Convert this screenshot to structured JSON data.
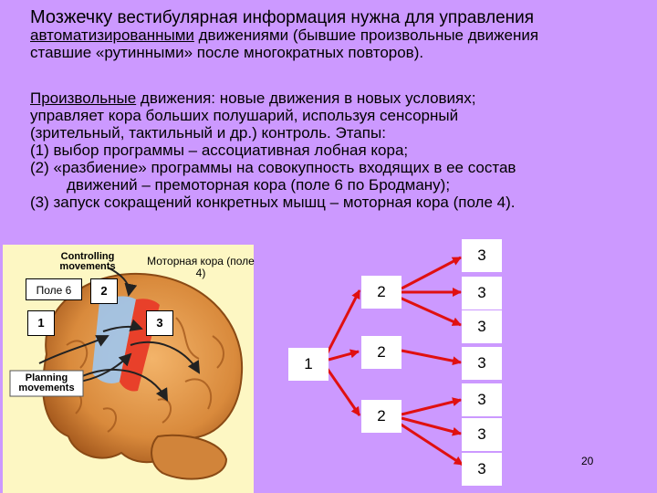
{
  "paragraph1": {
    "lead": "Мозжечку",
    "line1_rest": " вестибулярная информация нужна для управления",
    "line2_underlined": "автоматизированными",
    "line2_rest": " движениями (бывшие произвольные движения",
    "line3": "ставшие «рутинными» после многократных повторов)."
  },
  "paragraph2": {
    "line1_underlined": "Произвольные",
    "line1_rest": " движения: новые движения в новых условиях;",
    "line2": "управляет кора больших полушарий, используя сенсорный",
    "line3": "(зрительный, тактильный и др.) контроль. Этапы:",
    "line4": "(1)  выбор программы – ассоциативная лобная кора;",
    "line5": "(2)  «разбиение» программы на совокупность входящих в ее состав",
    "line6": "движений – премоторная кора (поле 6 по Бродману);",
    "line7": "(3)  запуск сокращений конкретных мышц – моторная кора (поле 4)."
  },
  "brain_figure": {
    "label_controlling": "Controlling movements",
    "label_planning": "Planning movements",
    "label_motor_cortex": "Моторная кора (поле 4)",
    "label_field6": "Поле 6",
    "marker_1": "1",
    "marker_2": "2",
    "marker_3": "3"
  },
  "tree": {
    "root": "1",
    "level2": [
      "2",
      "2",
      "2"
    ],
    "level3": [
      "3",
      "3",
      "3",
      "3",
      "3",
      "3",
      "3"
    ]
  },
  "colors": {
    "background": "#cc99ff",
    "arrow": "#e01010",
    "panel": "#fdf7c3",
    "motor_strip": "#e8402a",
    "premotor_strip": "#9fc6f0"
  },
  "page_number": "20"
}
